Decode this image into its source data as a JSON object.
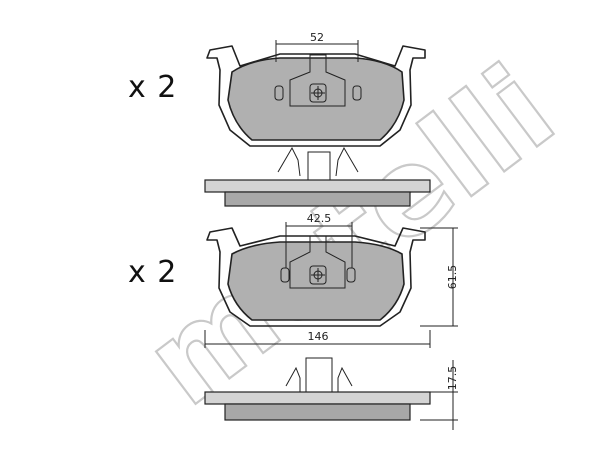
{
  "quantity_labels": [
    "x 2",
    "x 2"
  ],
  "watermark": "metelli",
  "dimensions": {
    "top_width": "52",
    "bottom_width": "42.5",
    "height": "61.5",
    "overall_width": "146",
    "thickness": "17.5"
  },
  "colors": {
    "pad_fill": "#b0b0b0",
    "backplate_fill": "#d4d4d4",
    "watermark_stroke": "#c9c9c9",
    "line": "#222222"
  }
}
